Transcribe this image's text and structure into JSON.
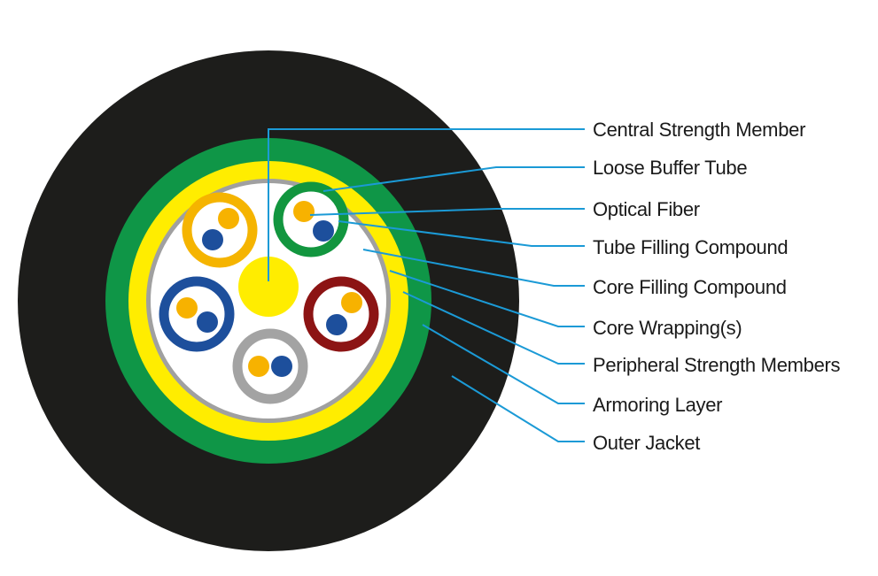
{
  "labels": [
    {
      "id": "central-strength-member",
      "text": "Central Strength Member"
    },
    {
      "id": "loose-buffer-tube",
      "text": "Loose Buffer Tube"
    },
    {
      "id": "optical-fiber",
      "text": "Optical Fiber"
    },
    {
      "id": "tube-filling-compound",
      "text": "Tube Filling Compound"
    },
    {
      "id": "core-filling-compound",
      "text": "Core Filling Compound"
    },
    {
      "id": "core-wrappings",
      "text": "Core Wrapping(s)"
    },
    {
      "id": "peripheral-strength-members",
      "text": "Peripheral Strength Members"
    },
    {
      "id": "armoring-layer",
      "text": "Armoring Layer"
    },
    {
      "id": "outer-jacket",
      "text": "Outer Jacket"
    }
  ],
  "colors": {
    "outer_jacket": "#1d1d1b",
    "armoring_layer": "#0f9647",
    "peripheral_strength": "#ffed00",
    "core_wrapping": "#a0a0a0",
    "core_filling": "#ffffff",
    "central_member": "#ffed00",
    "leader_line": "#1b9ad6",
    "fiber_orange": "#f7b200",
    "fiber_blue": "#1d4f9c"
  },
  "tubes": [
    {
      "name": "tube-orange",
      "color": "#f5b400"
    },
    {
      "name": "tube-green",
      "color": "#12963f"
    },
    {
      "name": "tube-blue",
      "color": "#1d4f9c"
    },
    {
      "name": "tube-red",
      "color": "#8c1414"
    },
    {
      "name": "tube-gray",
      "color": "#a3a3a3"
    }
  ]
}
